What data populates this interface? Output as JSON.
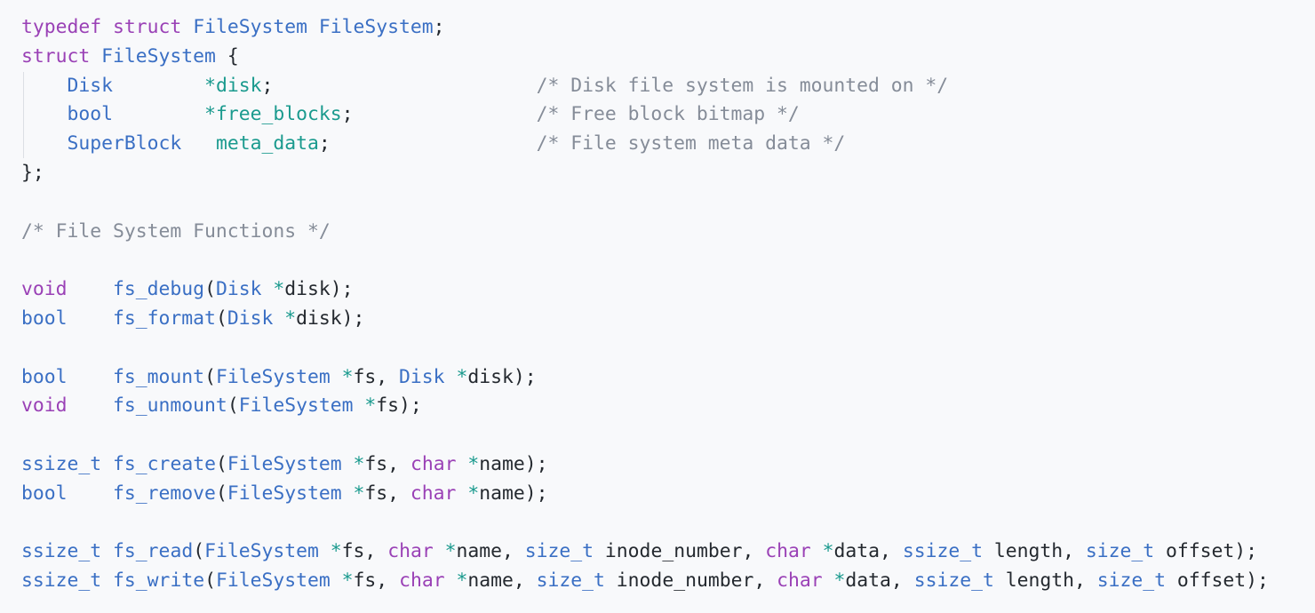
{
  "editor": {
    "lines": [
      [
        {
          "t": "kw",
          "s": "typedef struct "
        },
        {
          "t": "ty",
          "s": "FileSystem FileSystem"
        },
        {
          "t": "tx",
          "s": ";"
        }
      ],
      [
        {
          "t": "kw",
          "s": "struct "
        },
        {
          "t": "ty",
          "s": "FileSystem"
        },
        {
          "t": "tx",
          "s": " {"
        }
      ],
      [
        {
          "t": "tx",
          "s": "    "
        },
        {
          "t": "ty",
          "s": "Disk"
        },
        {
          "t": "tx",
          "s": "        "
        },
        {
          "t": "op",
          "s": "*disk"
        },
        {
          "t": "tx",
          "s": ";"
        },
        {
          "t": "tx",
          "s": "                       "
        },
        {
          "t": "cm",
          "s": "/* Disk file system is mounted on */"
        }
      ],
      [
        {
          "t": "tx",
          "s": "    "
        },
        {
          "t": "ty",
          "s": "bool"
        },
        {
          "t": "tx",
          "s": "        "
        },
        {
          "t": "op",
          "s": "*free_blocks"
        },
        {
          "t": "tx",
          "s": ";"
        },
        {
          "t": "tx",
          "s": "                "
        },
        {
          "t": "cm",
          "s": "/* Free block bitmap */"
        }
      ],
      [
        {
          "t": "tx",
          "s": "    "
        },
        {
          "t": "ty",
          "s": "SuperBlock"
        },
        {
          "t": "tx",
          "s": "   "
        },
        {
          "t": "op",
          "s": "meta_data"
        },
        {
          "t": "tx",
          "s": ";"
        },
        {
          "t": "tx",
          "s": "                  "
        },
        {
          "t": "cm",
          "s": "/* File system meta data */"
        }
      ],
      [
        {
          "t": "tx",
          "s": "};"
        }
      ],
      [],
      [
        {
          "t": "cm",
          "s": "/* File System Functions */"
        }
      ],
      [],
      [
        {
          "t": "kw",
          "s": "void"
        },
        {
          "t": "tx",
          "s": "    "
        },
        {
          "t": "ty",
          "s": "fs_debug"
        },
        {
          "t": "tx",
          "s": "("
        },
        {
          "t": "ty",
          "s": "Disk"
        },
        {
          "t": "tx",
          "s": " "
        },
        {
          "t": "op",
          "s": "*"
        },
        {
          "t": "tx",
          "s": "disk);"
        }
      ],
      [
        {
          "t": "ty",
          "s": "bool"
        },
        {
          "t": "tx",
          "s": "    "
        },
        {
          "t": "ty",
          "s": "fs_format"
        },
        {
          "t": "tx",
          "s": "("
        },
        {
          "t": "ty",
          "s": "Disk"
        },
        {
          "t": "tx",
          "s": " "
        },
        {
          "t": "op",
          "s": "*"
        },
        {
          "t": "tx",
          "s": "disk);"
        }
      ],
      [],
      [
        {
          "t": "ty",
          "s": "bool"
        },
        {
          "t": "tx",
          "s": "    "
        },
        {
          "t": "ty",
          "s": "fs_mount"
        },
        {
          "t": "tx",
          "s": "("
        },
        {
          "t": "ty",
          "s": "FileSystem"
        },
        {
          "t": "tx",
          "s": " "
        },
        {
          "t": "op",
          "s": "*"
        },
        {
          "t": "tx",
          "s": "fs, "
        },
        {
          "t": "ty",
          "s": "Disk"
        },
        {
          "t": "tx",
          "s": " "
        },
        {
          "t": "op",
          "s": "*"
        },
        {
          "t": "tx",
          "s": "disk);"
        }
      ],
      [
        {
          "t": "kw",
          "s": "void"
        },
        {
          "t": "tx",
          "s": "    "
        },
        {
          "t": "ty",
          "s": "fs_unmount"
        },
        {
          "t": "tx",
          "s": "("
        },
        {
          "t": "ty",
          "s": "FileSystem"
        },
        {
          "t": "tx",
          "s": " "
        },
        {
          "t": "op",
          "s": "*"
        },
        {
          "t": "tx",
          "s": "fs);"
        }
      ],
      [],
      [
        {
          "t": "ty",
          "s": "ssize_t"
        },
        {
          "t": "tx",
          "s": " "
        },
        {
          "t": "ty",
          "s": "fs_create"
        },
        {
          "t": "tx",
          "s": "("
        },
        {
          "t": "ty",
          "s": "FileSystem"
        },
        {
          "t": "tx",
          "s": " "
        },
        {
          "t": "op",
          "s": "*"
        },
        {
          "t": "tx",
          "s": "fs, "
        },
        {
          "t": "kw",
          "s": "char"
        },
        {
          "t": "tx",
          "s": " "
        },
        {
          "t": "op",
          "s": "*"
        },
        {
          "t": "tx",
          "s": "name);"
        }
      ],
      [
        {
          "t": "ty",
          "s": "bool"
        },
        {
          "t": "tx",
          "s": "    "
        },
        {
          "t": "ty",
          "s": "fs_remove"
        },
        {
          "t": "tx",
          "s": "("
        },
        {
          "t": "ty",
          "s": "FileSystem"
        },
        {
          "t": "tx",
          "s": " "
        },
        {
          "t": "op",
          "s": "*"
        },
        {
          "t": "tx",
          "s": "fs, "
        },
        {
          "t": "kw",
          "s": "char"
        },
        {
          "t": "tx",
          "s": " "
        },
        {
          "t": "op",
          "s": "*"
        },
        {
          "t": "tx",
          "s": "name);"
        }
      ],
      [],
      [
        {
          "t": "ty",
          "s": "ssize_t"
        },
        {
          "t": "tx",
          "s": " "
        },
        {
          "t": "ty",
          "s": "fs_read"
        },
        {
          "t": "tx",
          "s": "("
        },
        {
          "t": "ty",
          "s": "FileSystem"
        },
        {
          "t": "tx",
          "s": " "
        },
        {
          "t": "op",
          "s": "*"
        },
        {
          "t": "tx",
          "s": "fs, "
        },
        {
          "t": "kw",
          "s": "char"
        },
        {
          "t": "tx",
          "s": " "
        },
        {
          "t": "op",
          "s": "*"
        },
        {
          "t": "tx",
          "s": "name, "
        },
        {
          "t": "ty",
          "s": "size_t"
        },
        {
          "t": "tx",
          "s": " inode_number, "
        },
        {
          "t": "kw",
          "s": "char"
        },
        {
          "t": "tx",
          "s": " "
        },
        {
          "t": "op",
          "s": "*"
        },
        {
          "t": "tx",
          "s": "data, "
        },
        {
          "t": "ty",
          "s": "ssize_t"
        },
        {
          "t": "tx",
          "s": " length, "
        },
        {
          "t": "ty",
          "s": "size_t"
        },
        {
          "t": "tx",
          "s": " offset);"
        }
      ],
      [
        {
          "t": "ty",
          "s": "ssize_t"
        },
        {
          "t": "tx",
          "s": " "
        },
        {
          "t": "ty",
          "s": "fs_write"
        },
        {
          "t": "tx",
          "s": "("
        },
        {
          "t": "ty",
          "s": "FileSystem"
        },
        {
          "t": "tx",
          "s": " "
        },
        {
          "t": "op",
          "s": "*"
        },
        {
          "t": "tx",
          "s": "fs, "
        },
        {
          "t": "kw",
          "s": "char"
        },
        {
          "t": "tx",
          "s": " "
        },
        {
          "t": "op",
          "s": "*"
        },
        {
          "t": "tx",
          "s": "name, "
        },
        {
          "t": "ty",
          "s": "size_t"
        },
        {
          "t": "tx",
          "s": " inode_number, "
        },
        {
          "t": "kw",
          "s": "char"
        },
        {
          "t": "tx",
          "s": " "
        },
        {
          "t": "op",
          "s": "*"
        },
        {
          "t": "tx",
          "s": "data, "
        },
        {
          "t": "ty",
          "s": "ssize_t"
        },
        {
          "t": "tx",
          "s": " length, "
        },
        {
          "t": "ty",
          "s": "size_t"
        },
        {
          "t": "tx",
          "s": " offset);"
        }
      ]
    ]
  },
  "colors": {
    "background": "#f8f9fb",
    "keyword": "#9a41b6",
    "type": "#3a6fc4",
    "pointer": "#1a9a8e",
    "comment": "#858c98",
    "text": "#24292f"
  }
}
